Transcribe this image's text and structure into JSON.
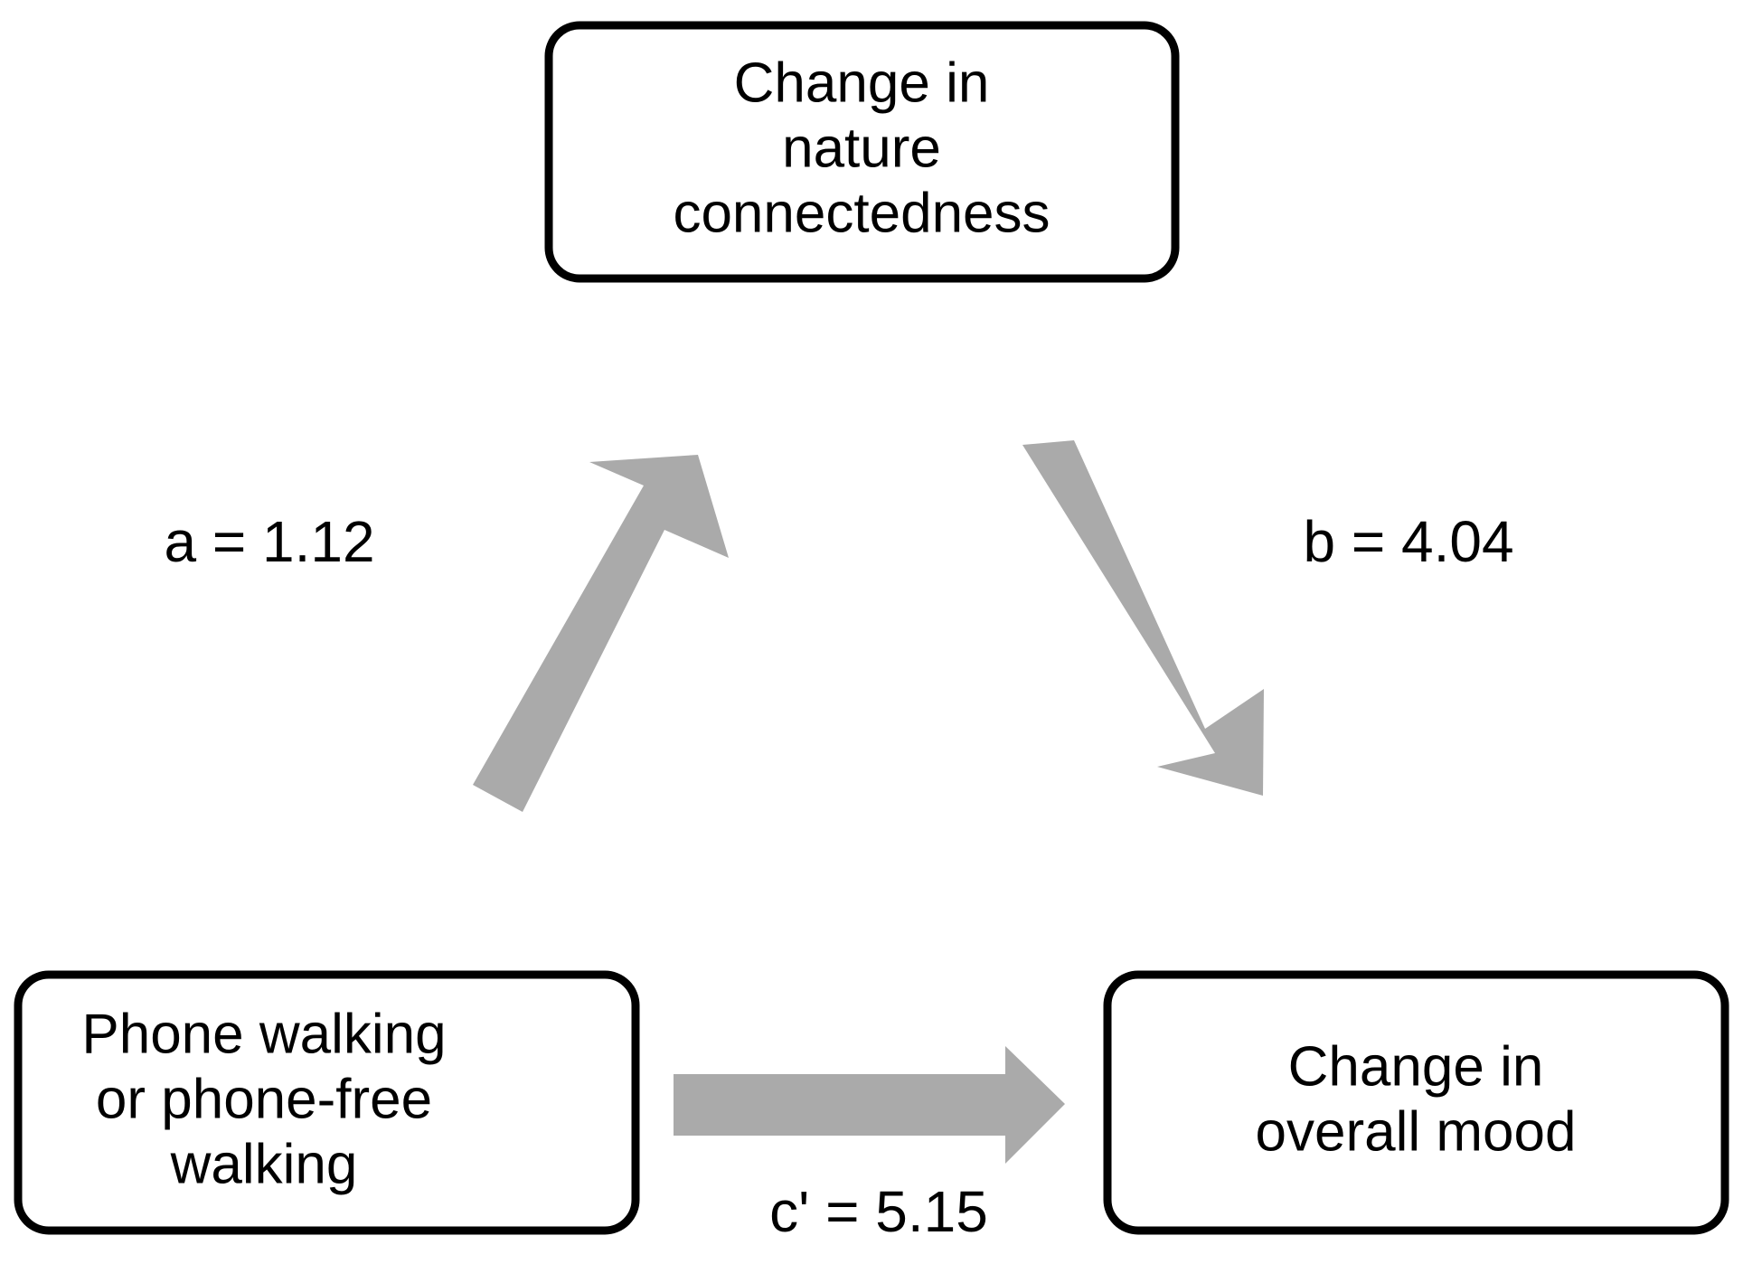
{
  "diagram": {
    "type": "mediation-model",
    "background_color": "#ffffff",
    "box_border_color": "#000000",
    "arrow_color": "#aaaaaa",
    "text_color": "#000000",
    "nodes": [
      {
        "id": "mediator",
        "role": "mediator",
        "lines": [
          "Change in",
          "nature",
          "connectedness"
        ],
        "line1": "Change in",
        "line2": "nature",
        "line3": "connectedness"
      },
      {
        "id": "predictor",
        "role": "independent-variable",
        "lines": [
          "Phone walking",
          "or phone-free",
          "walking"
        ],
        "line1": "Phone walking",
        "line2": "or phone-free",
        "line3": "walking"
      },
      {
        "id": "outcome",
        "role": "dependent-variable",
        "lines": [
          "Change in",
          "overall mood"
        ],
        "line1": "Change in",
        "line2": "overall mood"
      }
    ],
    "paths": [
      {
        "id": "path-a",
        "label": "a = 1.12",
        "coefficient_name": "a",
        "coefficient_value": "1.12",
        "from": "predictor",
        "to": "mediator"
      },
      {
        "id": "path-b",
        "label": "b = 4.04",
        "coefficient_name": "b",
        "coefficient_value": "4.04",
        "from": "mediator",
        "to": "outcome"
      },
      {
        "id": "path-c-prime",
        "label": "c' = 5.15",
        "coefficient_name": "c'",
        "coefficient_value": "5.15",
        "from": "predictor",
        "to": "outcome"
      }
    ]
  }
}
